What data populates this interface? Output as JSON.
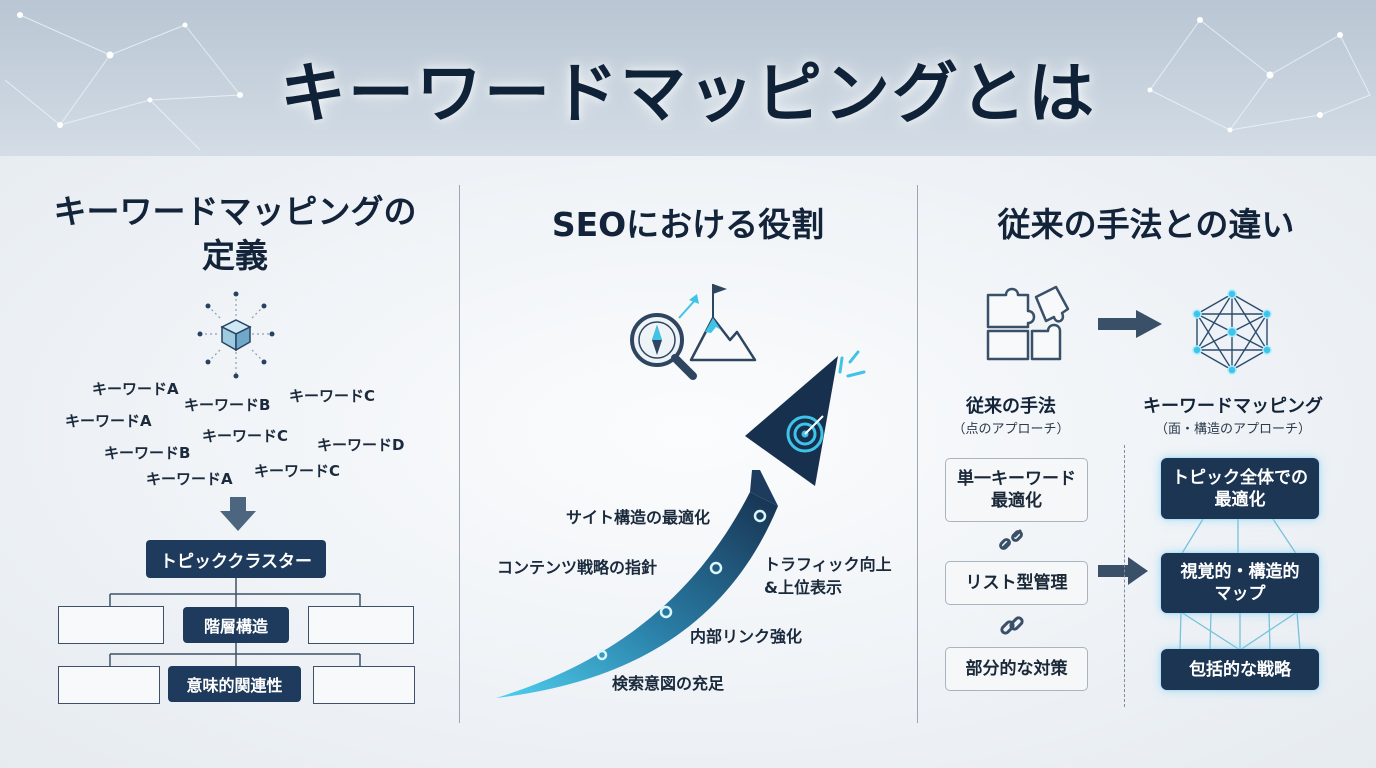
{
  "header": {
    "title": "キーワードマッピングとは"
  },
  "sections": {
    "definition": {
      "title_line1": "キーワードマッピングの",
      "title_line2": "定義",
      "keywords": [
        "キーワードA",
        "キーワードB",
        "キーワードC",
        "キーワードA",
        "キーワードC",
        "キーワードD",
        "キーワードB",
        "キーワードA",
        "キーワードC"
      ],
      "cluster_label": "トピッククラスター",
      "hierarchy_label": "階層構造",
      "relevance_label": "意味的関連性"
    },
    "seo_role": {
      "title": "SEOにおける役割",
      "labels": {
        "site_structure": "サイト構造の最適化",
        "content_strategy": "コンテンツ戦略の指針",
        "traffic_line1": "トラフィック向上",
        "traffic_line2": "&上位表示",
        "internal_links": "内部リンク強化",
        "search_intent": "検索意図の充足"
      }
    },
    "comparison": {
      "title": "従来の手法との違い",
      "traditional": {
        "heading": "従来の手法",
        "note": "（点のアプローチ）",
        "items": [
          {
            "line1": "単一キーワード",
            "line2": "最適化"
          },
          {
            "line1": "リスト型管理",
            "line2": ""
          },
          {
            "line1": "部分的な対策",
            "line2": ""
          }
        ]
      },
      "mapping": {
        "heading": "キーワードマッピング",
        "note": "（面・構造のアプローチ）",
        "items": [
          {
            "line1": "トピック全体での",
            "line2": "最適化"
          },
          {
            "line1": "視覚的・構造的",
            "line2": "マップ"
          },
          {
            "line1": "包括的な戦略",
            "line2": ""
          }
        ]
      }
    }
  },
  "colors": {
    "navy": "#1e3a5c",
    "cyan": "#3fc3e6",
    "text": "#13243a"
  },
  "icons": [
    "network-cube-icon",
    "down-arrow-icon",
    "magnifier-compass-icon",
    "mountain-flag-icon",
    "growth-arrow-icon",
    "target-icon",
    "puzzle-icon",
    "right-arrow-icon",
    "network-sphere-icon",
    "broken-link-icon",
    "link-icon"
  ]
}
